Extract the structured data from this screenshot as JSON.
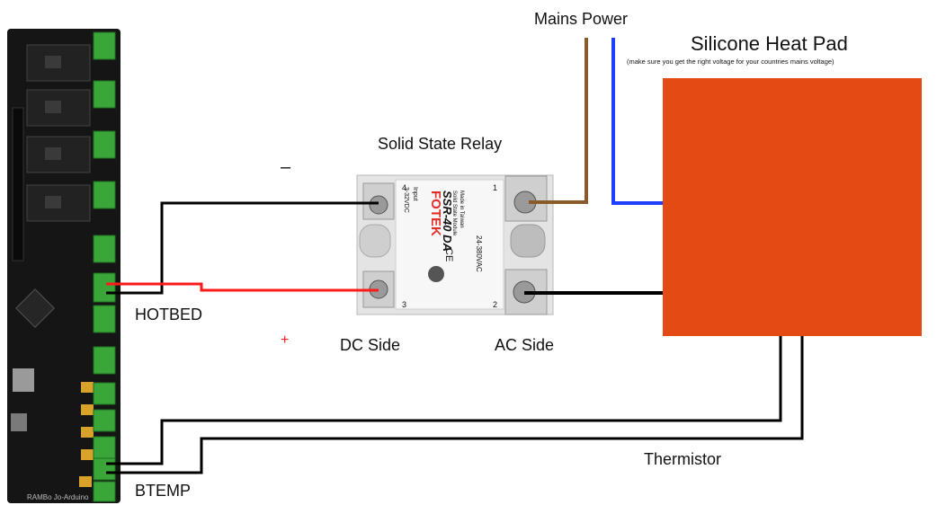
{
  "labels": {
    "mains_power": "Mains Power",
    "heat_pad_title": "Silicone Heat Pad",
    "heat_pad_note": "(make sure you get the right voltage for your countries mains voltage)",
    "relay_title": "Solid State Relay",
    "minus": "–",
    "plus": "+",
    "hotbed": "HOTBED",
    "dc_side": "DC Side",
    "ac_side": "AC Side",
    "thermistor": "Thermistor",
    "btemp": "BTEMP"
  },
  "relay": {
    "brand": "FOTEK",
    "model": "SSR-40 DA",
    "sub_1": "Solid State Module",
    "sub_2": "Made in Taiwan",
    "input_tag": "Input",
    "input_range": "3-32VDC",
    "output_range": "24-380VAC",
    "ce_mark": "CE",
    "pin_1": "1",
    "pin_2": "2",
    "pin_3": "3",
    "pin_4": "4"
  },
  "board": {
    "silkscreen": "RAMBo Jo-Arduino"
  },
  "colors": {
    "heat_pad": "#e44b14",
    "wire_brown": "#8b5a2b",
    "wire_blue": "#1f3fff",
    "wire_red": "#ff1a1a",
    "wire_black": "#000000",
    "terminal_green": "#3aa63a",
    "board_black": "#151515",
    "relay_body": "#e4e4e4"
  }
}
